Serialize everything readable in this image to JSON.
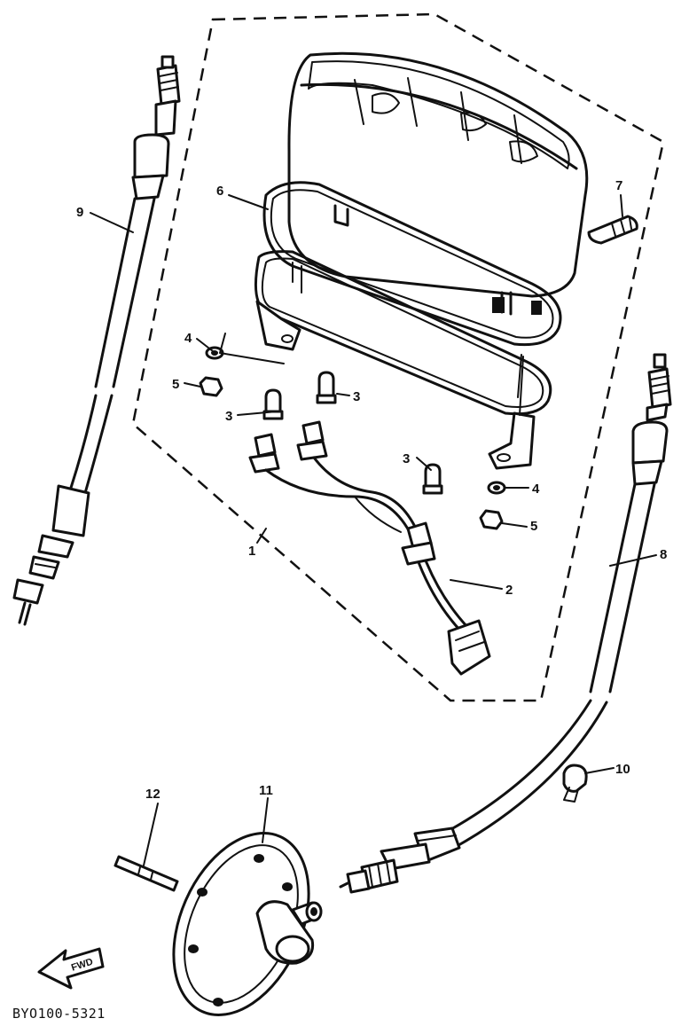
{
  "diagram": {
    "callouts": [
      {
        "id": "c1",
        "text": "1"
      },
      {
        "id": "c2",
        "text": "2"
      },
      {
        "id": "c3a",
        "text": "3"
      },
      {
        "id": "c3b",
        "text": "3"
      },
      {
        "id": "c3c",
        "text": "3"
      },
      {
        "id": "c4a",
        "text": "4"
      },
      {
        "id": "c4b",
        "text": "4"
      },
      {
        "id": "c5a",
        "text": "5"
      },
      {
        "id": "c5b",
        "text": "5"
      },
      {
        "id": "c6",
        "text": "6"
      },
      {
        "id": "c7",
        "text": "7"
      },
      {
        "id": "c8",
        "text": "8"
      },
      {
        "id": "c9",
        "text": "9"
      },
      {
        "id": "c10",
        "text": "10"
      },
      {
        "id": "c11",
        "text": "11"
      },
      {
        "id": "c12",
        "text": "12"
      }
    ],
    "forward_arrow_label": "FWD",
    "reference_code": "BYO100-5321"
  }
}
